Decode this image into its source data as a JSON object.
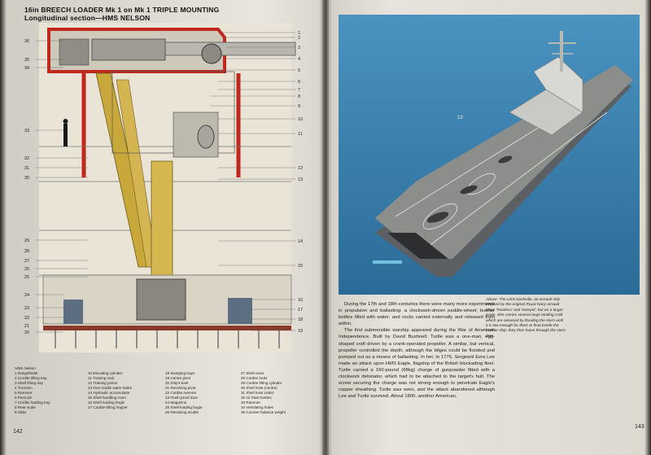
{
  "left_page": {
    "title_line1": "16in BREECH LOADER Mk 1 on Mk 1 TRIPLE MOUNTING",
    "title_line2": "Longitudinal section—HMS NELSON",
    "page_number": "142",
    "diagram_numbers_right": [
      "1",
      "2",
      "3",
      "4",
      "5",
      "6",
      "7",
      "8",
      "9",
      "10",
      "11",
      "12",
      "13",
      "14",
      "15",
      "16",
      "17",
      "18",
      "19"
    ],
    "diagram_numbers_left": [
      "36",
      "35",
      "34",
      "33",
      "32",
      "31",
      "30",
      "29",
      "28",
      "27",
      "26",
      "25",
      "24",
      "23",
      "22",
      "21",
      "20"
    ],
    "legend": {
      "heading": "HMS Nelson",
      "col1": [
        "1 Rangefinder",
        "2 Cordite lifting tray",
        "3 Shell lifting tray",
        "4 Trunnion",
        "5 Rammer",
        "6 Pivot pin",
        "7 Cordite loading tray",
        "8 Rear scale",
        "9 Slide"
      ],
      "col2": [
        "10 Elevating cylinder",
        "11 Training rack",
        "12 Training pinion",
        "13 Gun-cradle water tanks",
        "14 Hydraulic accumulator",
        "15 Shell handling room",
        "16 Shell loading bogie",
        "17 Cordite lifting hopper"
      ],
      "col3": [
        "18 Swinging trays",
        "19 Centre pivot",
        "20 Ship's keel",
        "21 Revolving pivot",
        "22 Cordite rammer",
        "23 Flash-proof door",
        "24 Magazine",
        "25 Shell-loading bogie",
        "26 Revolving scuttle"
      ],
      "col4": [
        "27 Shell room",
        "28 Cordite hoist",
        "29 Cordite lifting cylinder",
        "30 Shell hoist (centre)",
        "31 Shell hoist (side)",
        "32 Air blast bottles",
        "33 Rammer",
        "34 Ventilating holes",
        "35 Counter-balance weight"
      ]
    }
  },
  "right_page": {
    "page_number": "143",
    "caption": "Above: The USS Nashville, an assault ship inspired by the original Royal Navy assault ships 'Fearless' and 'Intrepid', but on a larger scale. She carries several large landing craft which are released by flooding the stern until it is low enough for them to float inside the mother ship; they then leave through the stern door.",
    "ship_hull_number": "13",
    "paragraphs": [
      "During the 17th and 18th centuries there were many more experiments in propulsion and ballasting: a clockwork-driven paddle-wheel; leather bottles filled with water; and rocks carried externally and released from within.",
      "The first submersible warship appeared during the War of American Independence. Built by David Bushnell, Turtle was a one-man, egg-shaped craft driven by a crank-operated propeller. A similar, but vertical, propeller controlled the depth, although the bilges could be flooded and pumped out as a means of ballasting. In her, in 1776, Sergeant Ezra Lee made an attack upon HMS Eagle, flagship of the British blockading fleet. Turtle carried a 150-pound (68kg) charge of gunpowder fitted with a clockwork detonator, which had to be attached to the target's hull. The screw securing the charge was not strong enough to penetrate Eagle's copper sheathing. Turtle was seen, and the attack abandoned although Lee and Turtle survived. About 1800, another American,"
    ]
  }
}
